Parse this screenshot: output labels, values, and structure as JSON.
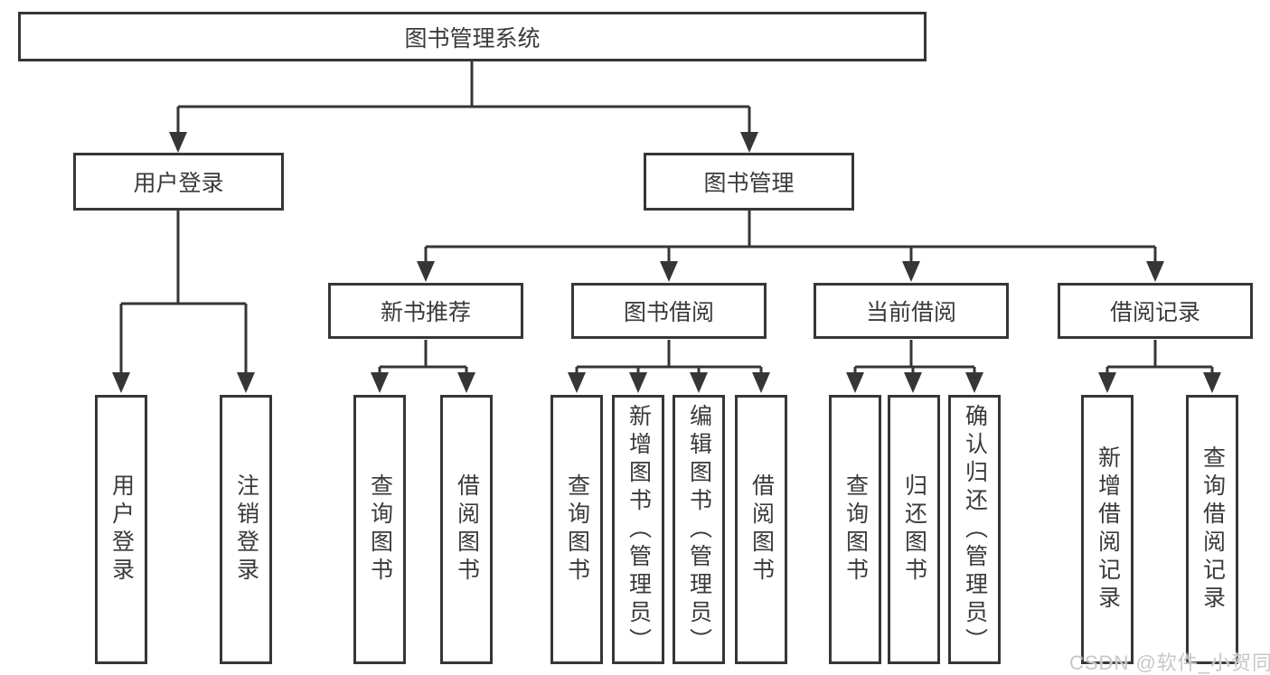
{
  "tree": {
    "root": {
      "label": "图书管理系统"
    },
    "children": [
      {
        "label": "用户登录",
        "children": [
          {
            "label": "用户登录"
          },
          {
            "label": "注销登录"
          }
        ]
      },
      {
        "label": "图书管理",
        "children": [
          {
            "label": "新书推荐",
            "children": [
              {
                "label": "查询图书"
              },
              {
                "label": "借阅图书"
              }
            ]
          },
          {
            "label": "图书借阅",
            "children": [
              {
                "label": "查询图书"
              },
              {
                "label": "新增图书（管理员）"
              },
              {
                "label": "编辑图书（管理员）"
              },
              {
                "label": "借阅图书"
              }
            ]
          },
          {
            "label": "当前借阅",
            "children": [
              {
                "label": "查询图书"
              },
              {
                "label": "归还图书"
              },
              {
                "label": "确认归还（管理员）"
              }
            ]
          },
          {
            "label": "借阅记录",
            "children": [
              {
                "label": "新增借阅记录"
              },
              {
                "label": "查询借阅记录"
              }
            ]
          }
        ]
      }
    ]
  },
  "watermark": "CSDN @软件_小贺同学",
  "colors": {
    "line": "#363636",
    "text": "#3a3a3a",
    "background": "#ffffff",
    "watermark_text": "#c7c7c7"
  }
}
